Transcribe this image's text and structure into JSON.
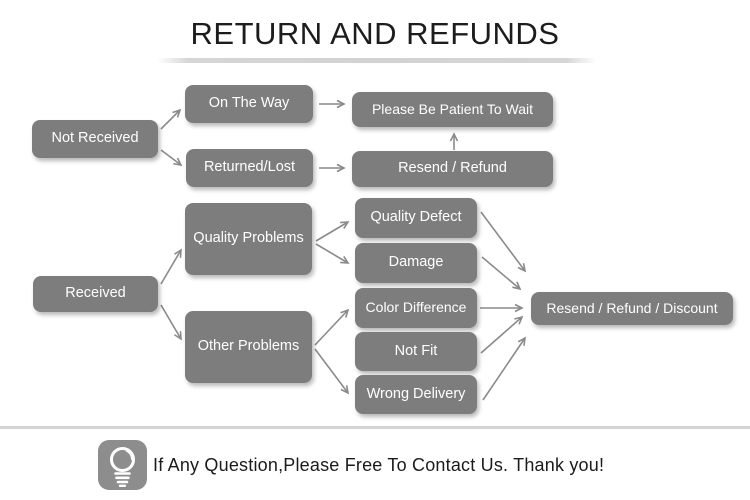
{
  "title": "RETURN AND REFUNDS",
  "colors": {
    "node_fill": "#7d7d7d",
    "node_text": "#ffffff",
    "arrow": "#8a8a8a",
    "divider": "#d4d4d4",
    "title_text": "#1c1c1c"
  },
  "nodes": {
    "not_received": "Not Received",
    "on_the_way": "On The Way",
    "returned_lost": "Returned/Lost",
    "please_wait": "Please Be Patient To Wait",
    "resend_refund": "Resend / Refund",
    "received": "Received",
    "quality_problems": "Quality Problems",
    "other_problems": "Other Problems",
    "quality_defect": "Quality Defect",
    "damage": "Damage",
    "color_difference": "Color Difference",
    "not_fit": "Not Fit",
    "wrong_delivery": "Wrong Delivery",
    "resend_refund_discount": "Resend / Refund / Discount"
  },
  "edges": [
    {
      "from": "not_received",
      "to": "on_the_way"
    },
    {
      "from": "not_received",
      "to": "returned_lost"
    },
    {
      "from": "on_the_way",
      "to": "please_wait"
    },
    {
      "from": "returned_lost",
      "to": "resend_refund"
    },
    {
      "from": "resend_refund",
      "to": "please_wait"
    },
    {
      "from": "received",
      "to": "quality_problems"
    },
    {
      "from": "received",
      "to": "other_problems"
    },
    {
      "from": "quality_problems",
      "to": "quality_defect"
    },
    {
      "from": "quality_problems",
      "to": "damage"
    },
    {
      "from": "other_problems",
      "to": "color_difference"
    },
    {
      "from": "other_problems",
      "to": "wrong_delivery"
    },
    {
      "from": "quality_defect",
      "to": "resend_refund_discount"
    },
    {
      "from": "damage",
      "to": "resend_refund_discount"
    },
    {
      "from": "color_difference",
      "to": "resend_refund_discount"
    },
    {
      "from": "not_fit",
      "to": "resend_refund_discount"
    },
    {
      "from": "wrong_delivery",
      "to": "resend_refund_discount"
    }
  ],
  "footer": {
    "icon": "light-bulb-icon",
    "message": "If Any Question,Please Free To Contact Us. Thank you!"
  }
}
